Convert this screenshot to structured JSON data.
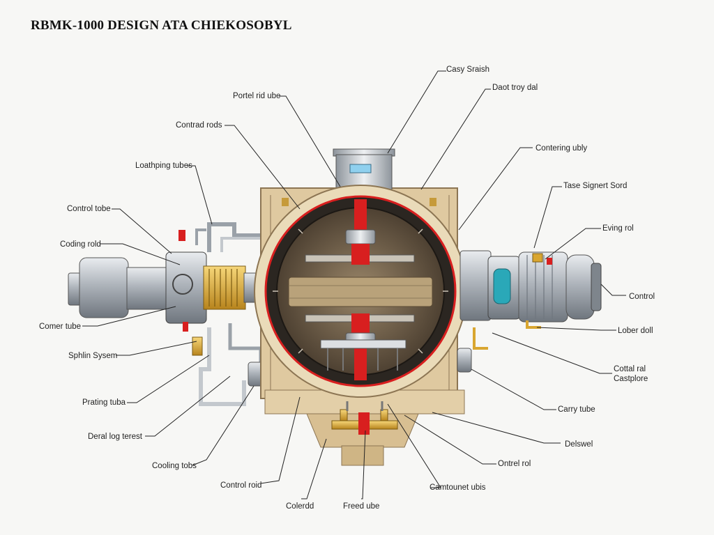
{
  "title": "RBMK-1000 DESIGN ATA CHIEKOSOBYL",
  "colors": {
    "background": "#f7f7f5",
    "frame": "#dfc9a0",
    "frame_stroke": "#8c7553",
    "vessel_ring": "#eadbb9",
    "vessel_inner": "#6b5a45",
    "accent_red": "#d81f1f",
    "metal": "#b8bcc2",
    "brass": "#d9a630",
    "teal": "#2aa8b8"
  },
  "icons": [
    "reactor-vessel",
    "control-rod",
    "pump-housing",
    "pipe",
    "valve"
  ],
  "labels": {
    "left_1": "Portel rid ube",
    "left_2": "Contrad rods",
    "left_3": "Loathping tubes",
    "left_4": "Control tobe",
    "left_5": "Coding rold",
    "left_6": "Comer tube",
    "left_7": "Sphlin Sysem",
    "left_8": "Prating tuba",
    "left_9": "Deral log terest",
    "bottom_1": "Cooling tobs",
    "bottom_2": "Control roid",
    "bottom_3": "Colerdd",
    "bottom_4": "Freed ube",
    "bottom_5": "Camtounet ubis",
    "right_1": "Casy Sraish",
    "right_2": "Daot troy dal",
    "right_3": "Contering ubly",
    "right_4": "Tase Signert Sord",
    "right_5": "Eving rol",
    "right_6": "Control",
    "right_7": "Lober doll",
    "right_8a": "Cottal ral",
    "right_8b": "Castplore",
    "right_9": "Carry tube",
    "right_10": "Delswel",
    "right_11": "Ontrel rol"
  }
}
